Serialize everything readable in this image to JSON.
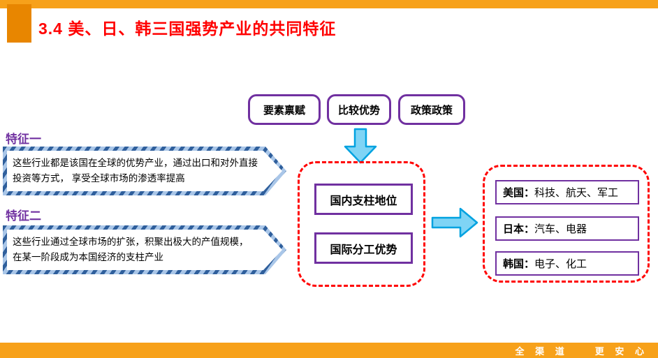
{
  "slide": {
    "title": "3.4 美、日、韩三国强势产业的共同特征",
    "footer": "全 渠 道　　更 安 心"
  },
  "factor_boxes": [
    {
      "label": "要素禀赋"
    },
    {
      "label": "比较优势"
    },
    {
      "label": "政策政策"
    }
  ],
  "features": [
    {
      "label": "特征一",
      "text": "这些行业都是该国在全球的优势产业，通过出口和对外直接投资等方式， 享受全球市场的渗透率提高"
    },
    {
      "label": "特征二",
      "text": "这些行业通过全球市场的扩张，积聚出极大的产值规模， 在某一阶段成为本国经济的支柱产业"
    }
  ],
  "pillar_boxes": [
    {
      "label": "国内支柱地位"
    },
    {
      "label": "国际分工优势"
    }
  ],
  "countries": [
    {
      "name": "美国：",
      "industries": "科技、航天、军工"
    },
    {
      "name": "日本：",
      "industries": "汽车、电器"
    },
    {
      "name": "韩国：",
      "industries": "电子、化工"
    }
  ],
  "colors": {
    "accent_orange": "#F7A11A",
    "accent_orange_dark": "#E88600",
    "title_red": "#FF0000",
    "purple_border": "#7030A0",
    "dashed_red": "#FF0000",
    "arrow_fill_cyan": "#7FD4F5",
    "arrow_stroke_cyan": "#00A2E0",
    "stripe_dark_blue": "#2F5F9C",
    "stripe_light_blue": "#A9C6E8"
  }
}
